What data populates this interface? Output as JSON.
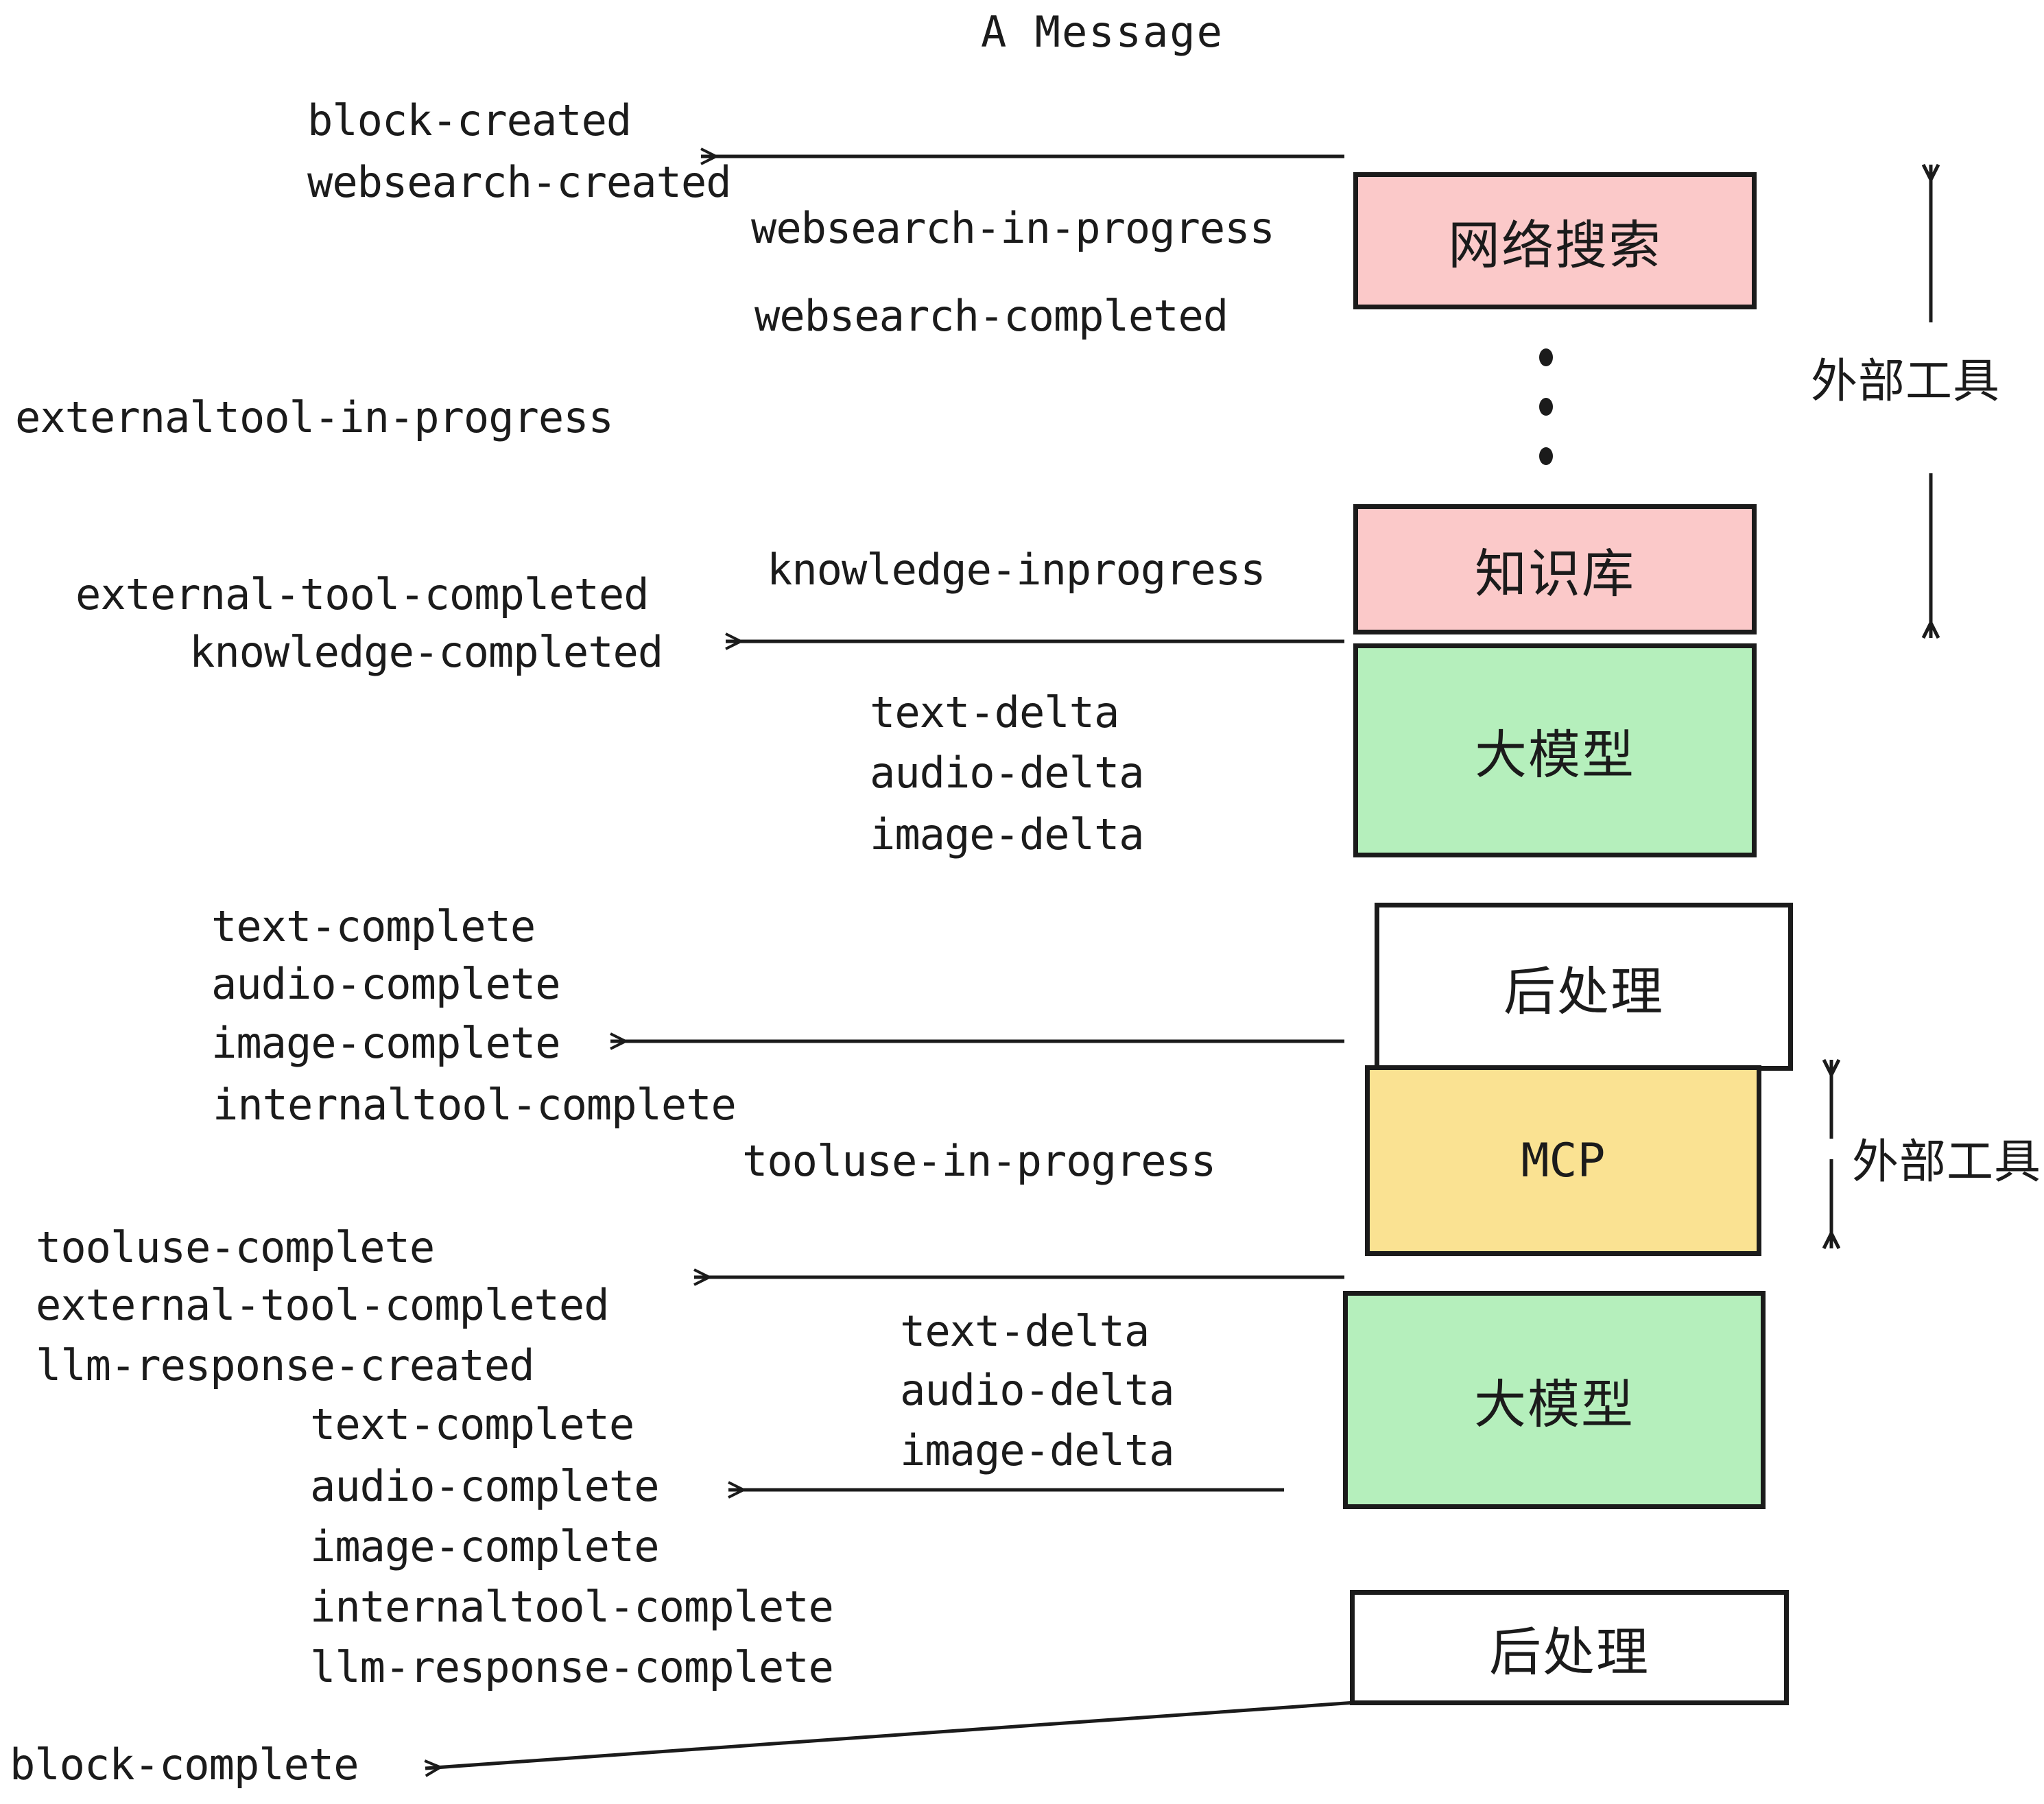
{
  "title": "A Message",
  "colors": {
    "pink": "#FBC9C9",
    "green": "#B5EFBC",
    "yellow": "#FAE292",
    "white": "#FFFFFF",
    "stroke": "#1B1B1B",
    "text": "#1B1B1B"
  },
  "nodes": [
    {
      "id": "websearch",
      "label": "网络搜索",
      "fill": "#FBC9C9",
      "mono": false
    },
    {
      "id": "knowledge",
      "label": "知识库",
      "fill": "#FBC9C9",
      "mono": false
    },
    {
      "id": "llm-1",
      "label": "大模型",
      "fill": "#B5EFBC",
      "mono": false
    },
    {
      "id": "postproc-1",
      "label": "后处理",
      "fill": "#FFFFFF",
      "mono": false
    },
    {
      "id": "mcp",
      "label": "MCP",
      "fill": "#FAE292",
      "mono": true
    },
    {
      "id": "llm-2",
      "label": "大模型",
      "fill": "#B5EFBC",
      "mono": false
    },
    {
      "id": "postproc-2",
      "label": "后处理",
      "fill": "#FFFFFF",
      "mono": false
    }
  ],
  "side_annotations": [
    {
      "id": "external-tools-top",
      "label": "外部工具"
    },
    {
      "id": "external-tools-bottom",
      "label": "外部工具"
    }
  ],
  "events": {
    "block_created": "block-created",
    "websearch_created": "websearch-created",
    "websearch_in_progress": "websearch-in-progress",
    "websearch_completed": "websearch-completed",
    "externaltool_in_progress": "externaltool-in-progress",
    "knowledge_inprogress": "knowledge-inprogress",
    "external_tool_completed_1": "external-tool-completed",
    "knowledge_completed": "knowledge-completed",
    "text_delta_1": "text-delta",
    "audio_delta_1": "audio-delta",
    "image_delta_1": "image-delta",
    "text_complete_1": "text-complete",
    "audio_complete_1": "audio-complete",
    "image_complete_1": "image-complete",
    "internaltool_complete_1": "internaltool-complete",
    "tooluse_in_progress": "tooluse-in-progress",
    "tooluse_complete": "tooluse-complete",
    "external_tool_completed_2": "external-tool-completed",
    "llm_response_created": "llm-response-created",
    "text_delta_2": "text-delta",
    "audio_delta_2": "audio-delta",
    "image_delta_2": "image-delta",
    "text_complete_2": "text-complete",
    "audio_complete_2": "audio-complete",
    "image_complete_2": "image-complete",
    "internaltool_complete_2": "internaltool-complete",
    "llm_response_complete": "llm-response-complete",
    "block_complete": "block-complete"
  },
  "ellipsis": "⋮"
}
